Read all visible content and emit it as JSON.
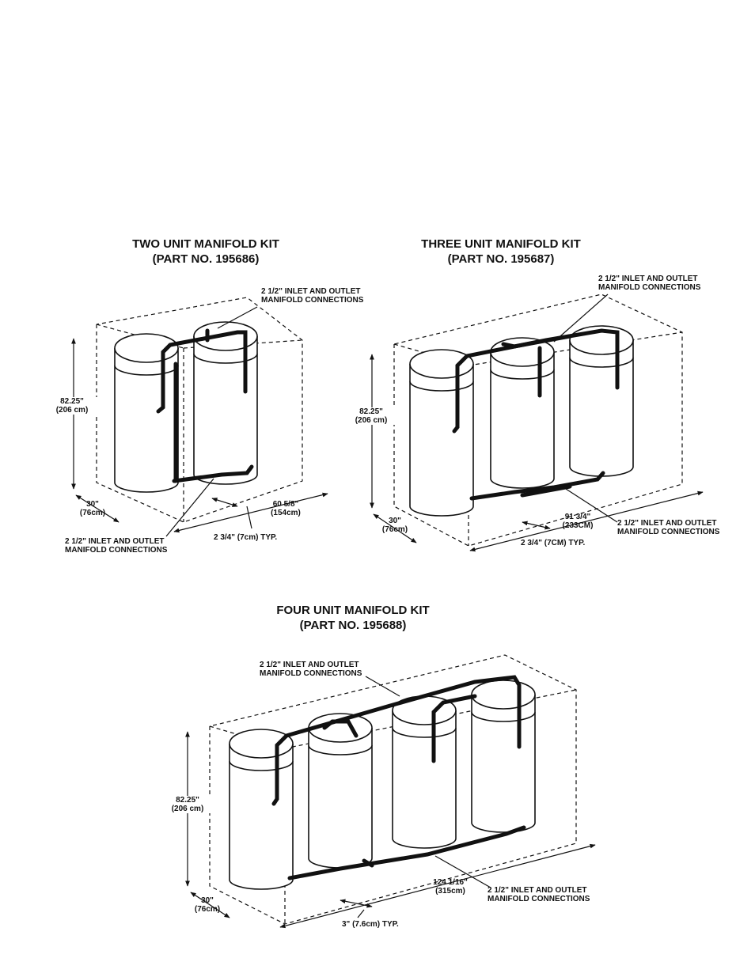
{
  "two_unit": {
    "title": "TWO UNIT MANIFOLD KIT",
    "part": "(PART NO. 195686)",
    "top_conn_1": "2 1/2\" INLET AND OUTLET",
    "top_conn_2": "MANIFOLD CONNECTIONS",
    "bottom_conn_1": "2 1/2\" INLET AND OUTLET",
    "bottom_conn_2": "MANIFOLD CONNECTIONS",
    "height_1": "82.25\"",
    "height_2": "(206 cm)",
    "depth_1": "30\"",
    "depth_2": "(76cm)",
    "width_1": "60 5/8\"",
    "width_2": "(154cm)",
    "spacing": "2 3/4\" (7cm) TYP."
  },
  "three_unit": {
    "title": "THREE UNIT MANIFOLD KIT",
    "part": "(PART NO. 195687)",
    "top_conn_1": "2 1/2\" INLET AND OUTLET",
    "top_conn_2": "MANIFOLD CONNECTIONS",
    "bottom_conn_1": "2 1/2\" INLET AND OUTLET",
    "bottom_conn_2": "MANIFOLD CONNECTIONS",
    "height_1": "82.25\"",
    "height_2": "(206 cm)",
    "depth_1": "30\"",
    "depth_2": "(76cm)",
    "width_1": "91 3/4\"",
    "width_2": "(233CM)",
    "spacing": "2 3/4\" (7CM) TYP."
  },
  "four_unit": {
    "title": "FOUR UNIT MANIFOLD KIT",
    "part": "(PART NO. 195688)",
    "top_conn_1": "2 1/2\" INLET AND OUTLET",
    "top_conn_2": "MANIFOLD CONNECTIONS",
    "bottom_conn_1": "2 1/2\" INLET AND OUTLET",
    "bottom_conn_2": "MANIFOLD CONNECTIONS",
    "height_1": "82.25\"",
    "height_2": "(206 cm)",
    "depth_1": "30\"",
    "depth_2": "(76cm)",
    "width_1": "124 1/16\"",
    "width_2": "(315cm)",
    "spacing": "3\" (7.6cm) TYP."
  }
}
